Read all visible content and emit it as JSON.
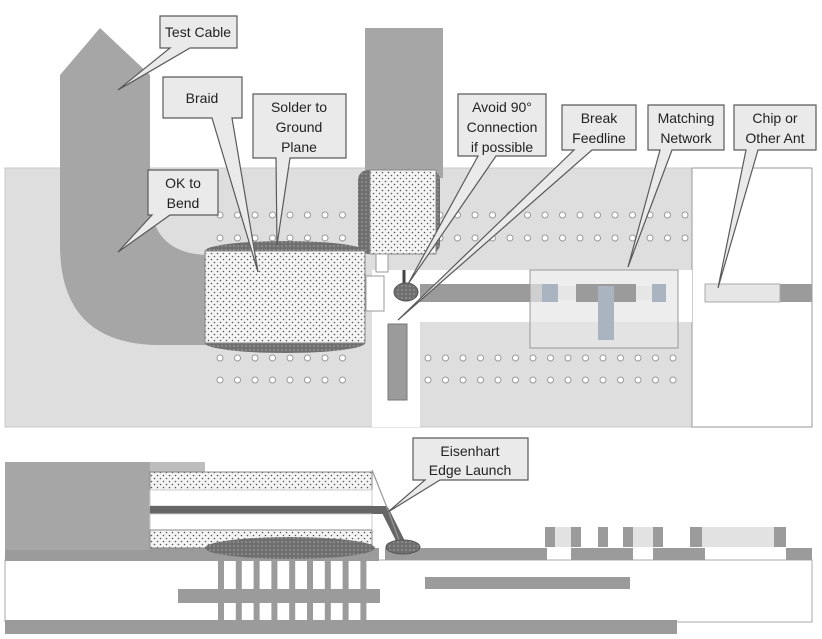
{
  "labels": {
    "test_cable": "Test Cable",
    "braid": "Braid",
    "solder_1": "Solder to",
    "solder_2": "Ground",
    "solder_3": "Plane",
    "avoid_1": "Avoid 90°",
    "avoid_2": "Connection",
    "avoid_3": "if possible",
    "break_1": "Break",
    "break_2": "Feedline",
    "matching_1": "Matching",
    "matching_2": "Network",
    "chip_1": "Chip or",
    "chip_2": "Other Ant",
    "bend_1": "OK to",
    "bend_2": "Bend",
    "eisenhart_1": "Eisenhart",
    "eisenhart_2": "Edge Launch"
  },
  "colors": {
    "board": "#dedede",
    "cable": "#a6a6a6",
    "trace": "#9b9b9b",
    "dark": "#777777",
    "callout_fill": "#eaeaea",
    "callout_stroke": "#5a5a5a",
    "via": "#ffffff"
  }
}
